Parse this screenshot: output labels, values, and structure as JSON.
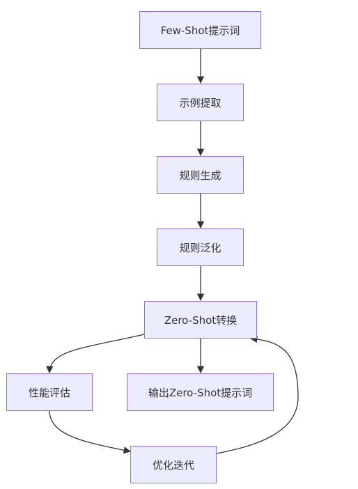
{
  "colors": {
    "node_fill": "#ececff",
    "node_border": "#9370db",
    "edge": "#333333",
    "text": "#333333"
  },
  "nodes": {
    "few_shot": "Few-Shot提示词",
    "example_extract": "示例提取",
    "rule_generate": "规则生成",
    "rule_generalize": "规则泛化",
    "zero_shot_convert": "Zero-Shot转换",
    "perf_eval": "性能评估",
    "output": "输出Zero-Shot提示词",
    "optimize": "优化迭代"
  },
  "edges": [
    [
      "few_shot",
      "example_extract"
    ],
    [
      "example_extract",
      "rule_generate"
    ],
    [
      "rule_generate",
      "rule_generalize"
    ],
    [
      "rule_generalize",
      "zero_shot_convert"
    ],
    [
      "zero_shot_convert",
      "perf_eval"
    ],
    [
      "zero_shot_convert",
      "output"
    ],
    [
      "perf_eval",
      "optimize"
    ],
    [
      "optimize",
      "zero_shot_convert"
    ]
  ]
}
